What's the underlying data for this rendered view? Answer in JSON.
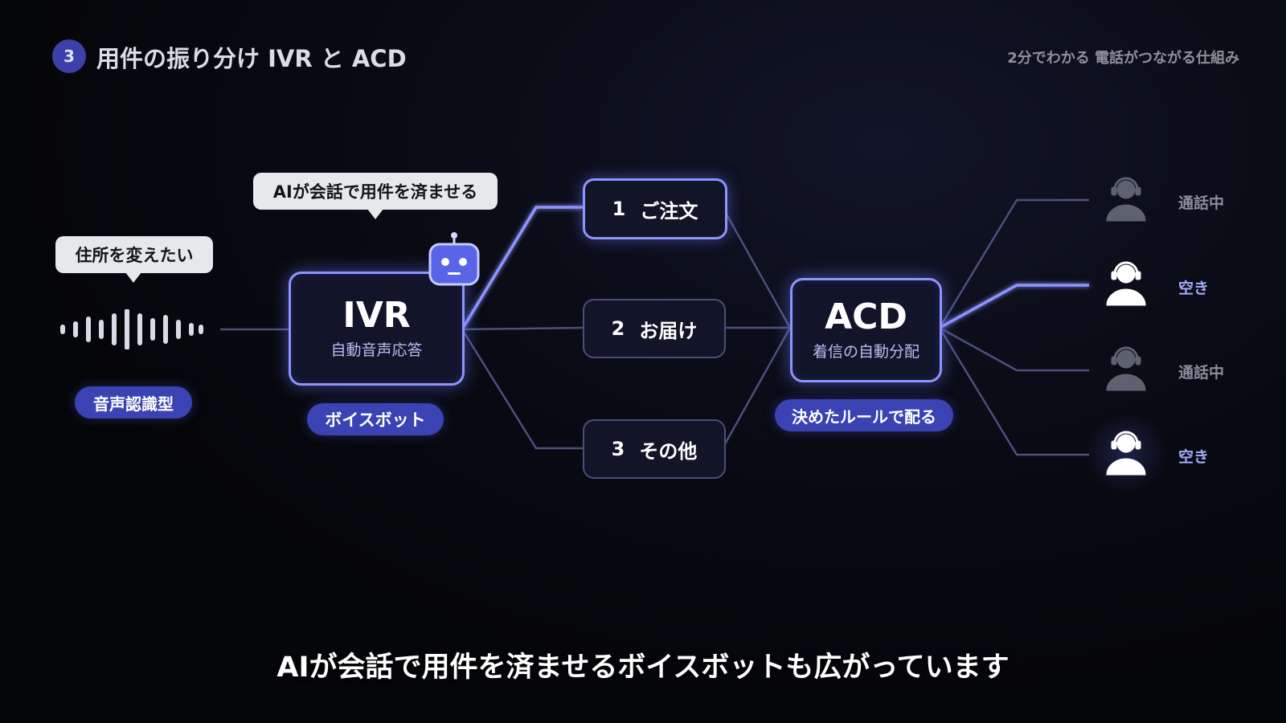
{
  "header": {
    "step_number": "3",
    "title": "用件の振り分け IVR と ACD",
    "series_title": "2分でわかる 電話がつながる仕組み"
  },
  "caller": {
    "speech": "住所を変えたい",
    "tag": "音声認識型"
  },
  "ivr": {
    "bubble": "AIが会話で用件を済ませる",
    "title": "IVR",
    "subtitle": "自動音声応答",
    "tag": "ボイスボット"
  },
  "options": [
    {
      "number": "1",
      "label": "ご注文",
      "active": true
    },
    {
      "number": "2",
      "label": "お届け",
      "active": false
    },
    {
      "number": "3",
      "label": "その他",
      "active": false
    }
  ],
  "acd": {
    "title": "ACD",
    "subtitle": "着信の自動分配",
    "tag": "決めたルールで配る"
  },
  "agents": [
    {
      "status": "通話中",
      "available": false
    },
    {
      "status": "空き",
      "available": true
    },
    {
      "status": "通話中",
      "available": false
    },
    {
      "status": "空き",
      "available": true
    }
  ],
  "caption": "AIが会話で用件を済ませるボイスボットも広がっています",
  "colors": {
    "accent": "#8d94ff",
    "pill": "#3a42b4",
    "dim_line": "#4b507a",
    "background": "#06070c"
  },
  "icons": [
    "robot-icon",
    "headset-agent-icon",
    "waveform-icon"
  ]
}
